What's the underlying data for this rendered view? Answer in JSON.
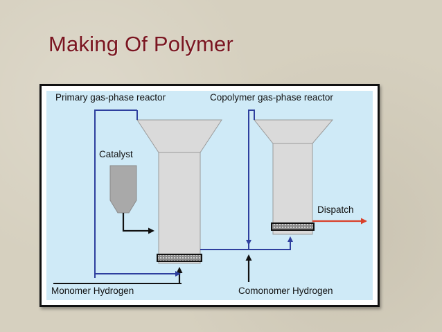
{
  "slide": {
    "title": "Making Of Polymer"
  },
  "diagram": {
    "labels": {
      "primary_reactor": "Primary gas-phase reactor",
      "copolymer_reactor": "Copolymer gas-phase reactor",
      "catalyst": "Catalyst",
      "dispatch": "Dispatch",
      "monomer_hydrogen": "Monomer Hydrogen",
      "comonomer_hydrogen": "Comonomer Hydrogen"
    },
    "colors": {
      "background": "#cfeaf7",
      "vessel": "#dadada",
      "feed_line": "#2e3f9e",
      "product_line": "#d9402a",
      "black_line": "#111111",
      "title": "#7a1520"
    }
  }
}
